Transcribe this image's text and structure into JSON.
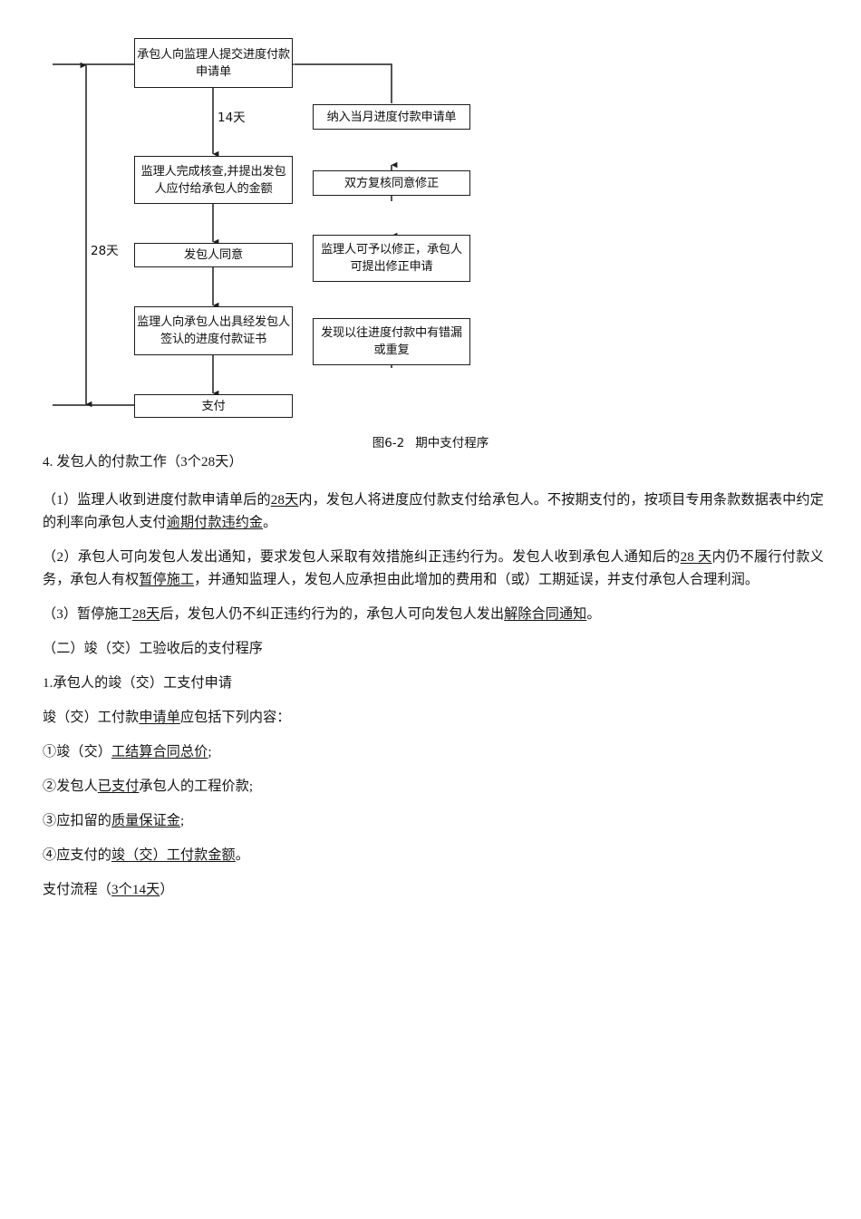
{
  "figure": {
    "caption_number": "图6-2",
    "caption_title": "期中支付程序",
    "boxes": {
      "b1": "承包人向监理人提交进度付款申请单",
      "b2": "监理人完成核查,并提出发包人应付给承包人的金额",
      "b3": "发包人同意",
      "b4": "监理人向承包人出具经发包人签认的进度付款证书",
      "b5": "支付",
      "r1": "纳入当月进度付款申请单",
      "r2": "双方复核同意修正",
      "r3": "监理人可予以修正，承包人可提出修正申请",
      "r4": "发现以往进度付款中有错漏或重复"
    },
    "labels": {
      "days14": "14天",
      "days28": "28天"
    }
  },
  "body": {
    "heading4": "4. 发包人的付款工作（3个28天）",
    "p1_a": "（1）监理人收到进度付款申请单后的",
    "p1_u1": "28天",
    "p1_b": "内，发包人将进度应付款支付给承包人。不按期支付的，按项目专用条款数据表中约定的利率向承包人支付",
    "p1_u2": "逾期付款违约金",
    "p1_c": "。",
    "p2_a": "（2）承包人可向发包人发出通知，要求发包人采取有效措施纠正违约行为。发包人收到承包人通知后的",
    "p2_u1": "28 天",
    "p2_b": "内仍不履行付款义务，承包人有权",
    "p2_u2": "暂停施工",
    "p2_c": "，并通知监理人，发包人应承担由此增加的费用和（或）工期延误，并支付承包人合理利润。",
    "p3_a": "（3）暂停施工",
    "p3_u1": "28天",
    "p3_b": "后，发包人仍不纠正违约行为的，承包人可向发包人发出",
    "p3_u2": "解除合同通知",
    "p3_c": "。",
    "h2": "（二）竣（交）工验收后的支付程序",
    "h3": "1.承包人的竣（交）工支付申请",
    "p4_a": "竣（交）工付款",
    "p4_u1": "申请单",
    "p4_b": "应包括下列内容：",
    "item1_a": "①竣（交）",
    "item1_u": "工结算合同总价",
    "item1_b": ";",
    "item2_a": "②发包人",
    "item2_u": "已支付",
    "item2_b": "承包人的工程价款;",
    "item3_a": "③应扣留的",
    "item3_u": "质量保证金",
    "item3_b": ";",
    "item4_a": "④应支付的",
    "item4_u": "竣（交）工付款金额",
    "item4_b": "。",
    "p5_a": "支付流程（",
    "p5_u": "3个14天",
    "p5_b": "）"
  }
}
